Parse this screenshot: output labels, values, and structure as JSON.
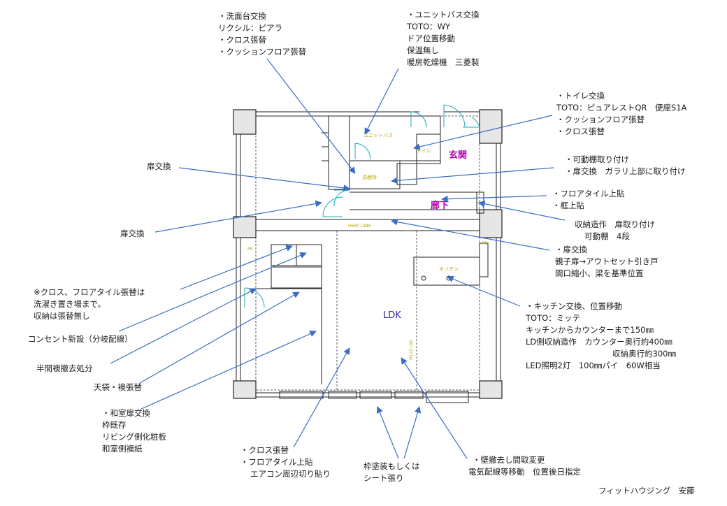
{
  "floorplan": {
    "rooms": {
      "unit_bath": "ユニットバス",
      "toilet": "トイレ",
      "washroom": "洗面所",
      "genkan": "玄関",
      "corridor": "廊下",
      "kitchen": "キッチン",
      "ldk": "LDK",
      "dim_top": "H640  L486",
      "dim_vertical": "H122  L90",
      "ps_left": "PS",
      "ps_right": "PS"
    }
  },
  "annotations": {
    "washbasin": [
      "・洗面台交換",
      "リクシル：ピアラ",
      "・クロス張替",
      "・クッションフロア張替"
    ],
    "unitbath": [
      "・ユニットバス交換",
      "TOTO：WY",
      "ドア位置移動",
      "保温無し",
      "暖房乾燥機　三菱製"
    ],
    "toilet": [
      "・トイレ交換",
      "TOTO：ピュアレストQR　便座S1A",
      "・クッションフロア張替",
      "・クロス張替"
    ],
    "shelf_door": [
      "・可動棚取り付け",
      "・扉交換　ガラリ上部に取り付け"
    ],
    "door1": [
      "扉交換"
    ],
    "floor_tile": [
      "・フロアタイル上貼",
      "・框上貼"
    ],
    "door2": [
      "扉交換"
    ],
    "storage": [
      "収納造作　扉取り付け",
      "可動棚　4段"
    ],
    "door3": [
      "・扉交換",
      "親子扉→アウトセット引き戸",
      "間口縮小、梁を基準位置"
    ],
    "note_cross": [
      "※クロス、フロアタイル張替は",
      "洗濯き置き場まで。",
      "収納は張替無し"
    ],
    "kitchen": [
      "・キッチン交換、位置移動",
      "TOTO：ミッテ",
      "キッチンからカウンターまで150㎜",
      "LD側収納造作　カウンター奥行約400㎜",
      "収納奥行約300㎜",
      "LED照明2灯　100㎜パイ　60W相当"
    ],
    "outlet": [
      "コンセント新設（分岐配線）"
    ],
    "half_closet": [
      "半間襖撤去処分"
    ],
    "ceiling_closet": [
      "天袋・襖張替"
    ],
    "washitsu": [
      "・和室扉交換",
      "枠既存",
      "リビング側化粧板",
      "和室側襖紙"
    ],
    "ldk_finish": [
      "・クロス張替",
      "・フロアタイル上貼",
      "エアコン周辺切り貼り"
    ],
    "frame": [
      "枠塗装もしくは",
      "シート張り"
    ],
    "wall_remove": [
      "・壁撤去し間取変更",
      "電気配線等移動　位置後日指定"
    ],
    "signature": [
      "フィットハウジング　安藤"
    ]
  },
  "colors": {
    "arrow": "#3a6cc4",
    "door": "#17a8b8",
    "magenta_label": "#b000b0",
    "yellow_label": "#b6a200",
    "ldk_label": "#2a2aa0"
  }
}
